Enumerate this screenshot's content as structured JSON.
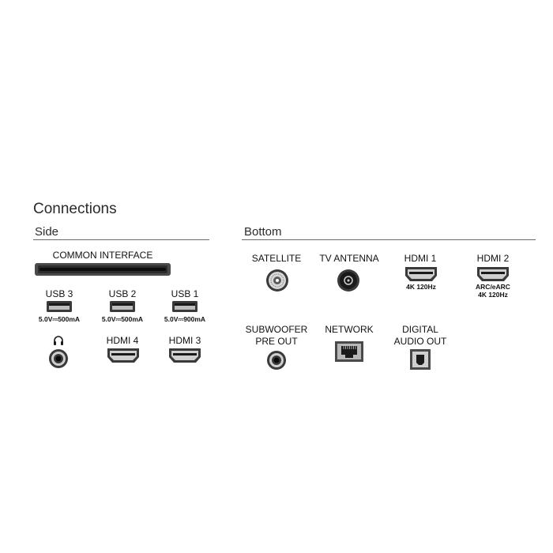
{
  "title": "Connections",
  "side": {
    "heading": "Side",
    "common_interface": "COMMON INTERFACE",
    "usb3": {
      "label": "USB 3",
      "rating": "5.0V⎓500mA"
    },
    "usb2": {
      "label": "USB 2",
      "rating": "5.0V⎓500mA"
    },
    "usb1": {
      "label": "USB 1",
      "rating": "5.0V⎓900mA"
    },
    "headphone_icon": "headphones-icon",
    "hdmi4": {
      "label": "HDMI 4"
    },
    "hdmi3": {
      "label": "HDMI 3"
    }
  },
  "bottom": {
    "heading": "Bottom",
    "satellite": {
      "label": "SATELLITE"
    },
    "tv_antenna": {
      "label": "TV ANTENNA"
    },
    "hdmi1": {
      "label": "HDMI 1",
      "spec": "4K 120Hz"
    },
    "hdmi2": {
      "label": "HDMI 2",
      "spec1": "ARC/eARC",
      "spec2": "4K 120Hz"
    },
    "subwoofer": {
      "line1": "SUBWOOFER",
      "line2": "PRE OUT"
    },
    "network": {
      "label": "NETWORK"
    },
    "digital_audio": {
      "line1": "DIGITAL",
      "line2": "AUDIO OUT"
    }
  }
}
